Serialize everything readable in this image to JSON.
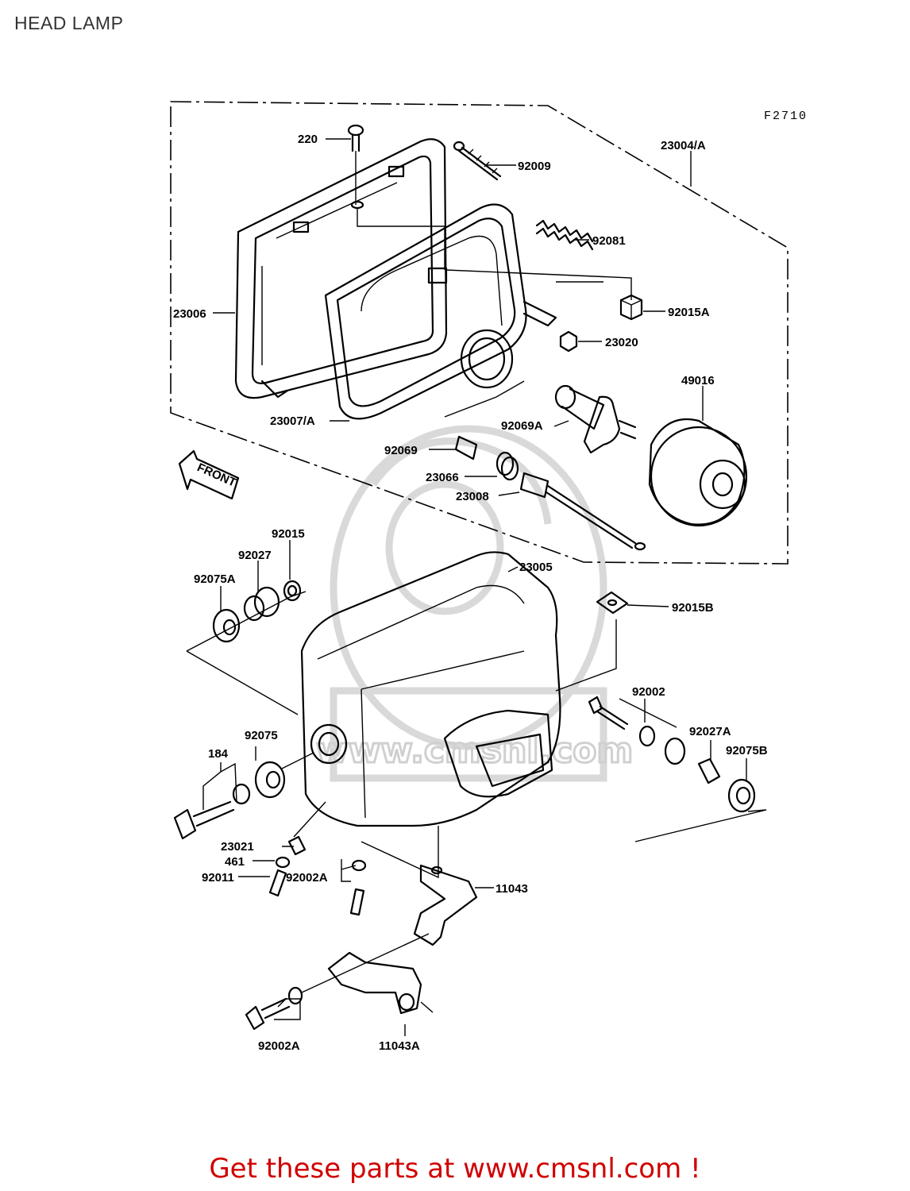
{
  "header": {
    "title": "HEAD LAMP"
  },
  "diagram": {
    "code": "F2710",
    "front_label": "FRONT",
    "parts": [
      "220",
      "92009",
      "23004/A",
      "92081",
      "23006",
      "92015A",
      "23020",
      "49016",
      "23007/A",
      "92069A",
      "92069",
      "23066",
      "23008",
      "92015",
      "92027",
      "92075A",
      "23005",
      "92015B",
      "92002",
      "92027A",
      "92075",
      "92075B",
      "184",
      "23021",
      "461",
      "92011",
      "92002A",
      "11043",
      "92002A",
      "11043A"
    ]
  },
  "watermark": {
    "text": "www.cmsnl.com"
  },
  "footer": {
    "text": "Get these parts at www.cmsnl.com !",
    "color": "#d00000"
  }
}
